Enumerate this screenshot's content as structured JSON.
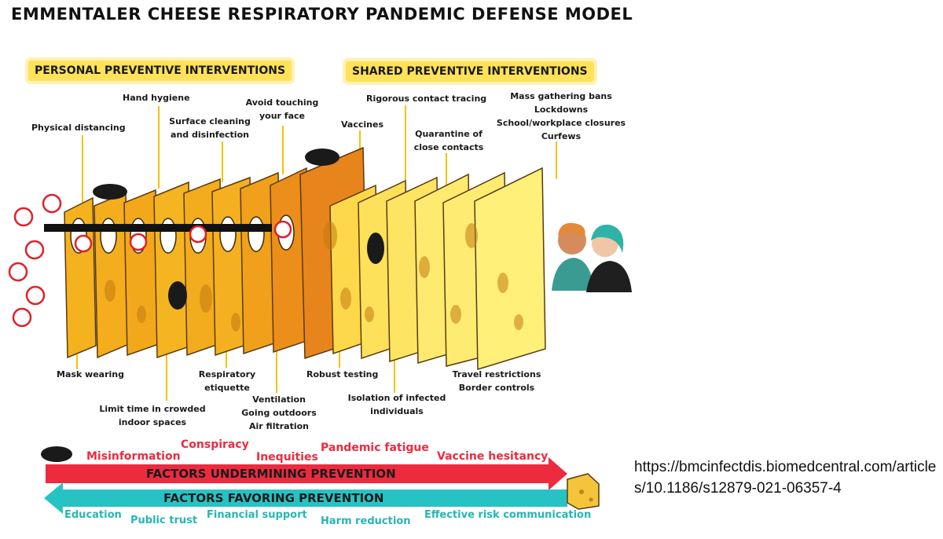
{
  "title": "EMMENTALER CHEESE RESPIRATORY PANDEMIC DEFENSE MODEL",
  "sections": {
    "personal": "PERSONAL PREVENTIVE INTERVENTIONS",
    "shared": "SHARED PREVENTIVE INTERVENTIONS"
  },
  "top_labels": {
    "physical_distancing": "Physical distancing",
    "hand_hygiene": "Hand hygiene",
    "surface_cleaning": "Surface cleaning\nand disinfection",
    "avoid_touching": "Avoid touching\nyour face",
    "vaccines": "Vaccines",
    "contact_tracing": "Rigorous contact tracing",
    "quarantine": "Quarantine of\nclose contacts",
    "mass_gathering": "Mass gathering bans\nLockdowns\nSchool/workplace closures\nCurfews"
  },
  "bottom_labels": {
    "mask_wearing": "Mask wearing",
    "limit_time": "Limit time in crowded\nindoor spaces",
    "respiratory_etiquette": "Respiratory\netiquette",
    "ventilation": "Ventilation\nGoing outdoors\nAir filtration",
    "robust_testing": "Robust testing",
    "isolation": "Isolation of infected\nindividuals",
    "travel": "Travel restrictions\nBorder controls"
  },
  "undermining": {
    "title": "FACTORS UNDERMINING PREVENTION",
    "items": [
      "Misinformation",
      "Conspiracy",
      "Inequities",
      "Pandemic fatigue",
      "Vaccine hesitancy"
    ]
  },
  "favoring": {
    "title": "FACTORS FAVORING PREVENTION",
    "items": [
      "Education",
      "Public trust",
      "Financial support",
      "Harm reduction",
      "Effective risk communication"
    ]
  },
  "citation": "https://bmcinfectdis.biomedcentral.com/articles/10.1186/s12879-021-06357-4",
  "colors": {
    "red_arrow": "#ee2a3f",
    "teal_arrow": "#27c3c4",
    "cheese_dark": "#f2a21b",
    "cheese_orange": "#e8841c",
    "cheese_light": "#ffe86a",
    "banner": "#ffe25a"
  }
}
